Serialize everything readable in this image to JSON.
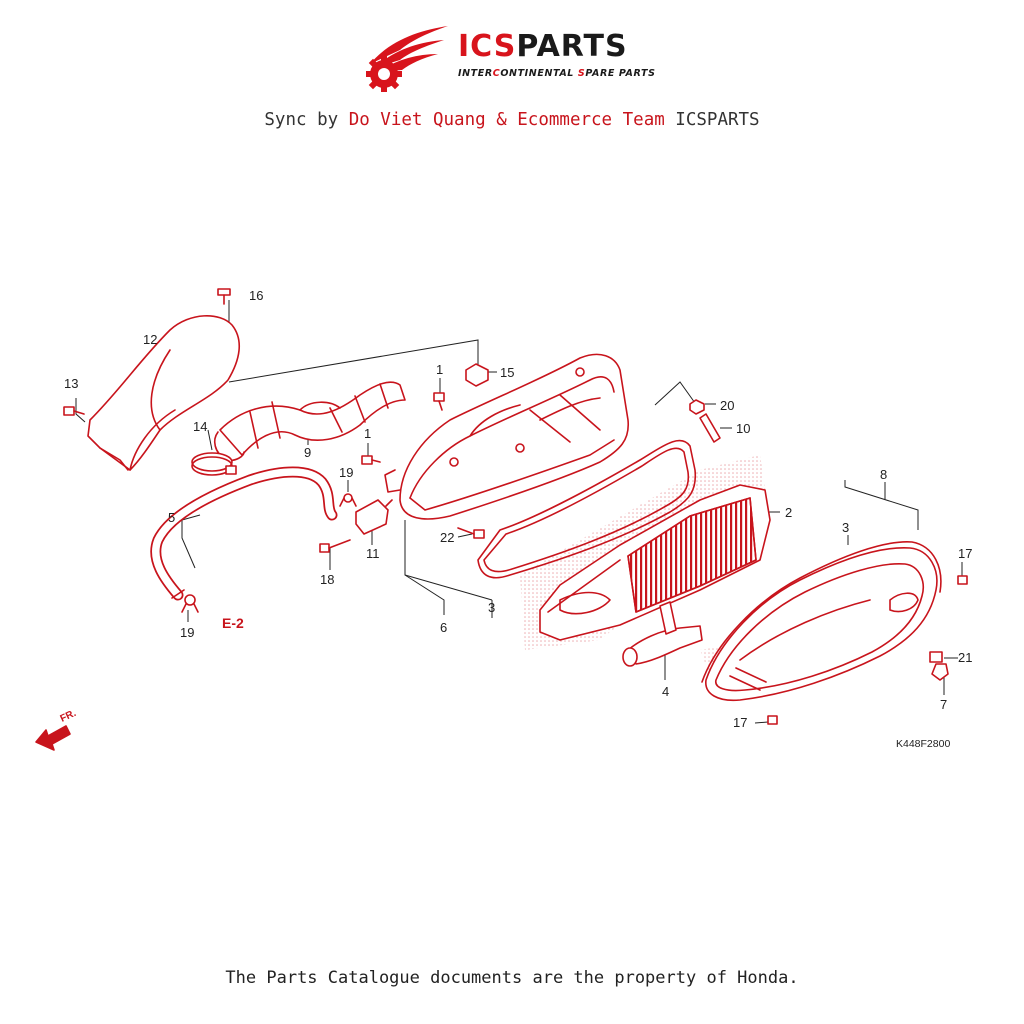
{
  "brand": {
    "name_part1": "ICS",
    "name_part2": "PARTS",
    "tagline_segments": [
      "INTER",
      "C",
      "ONTINENTAL ",
      "S",
      "PARE PARTS"
    ]
  },
  "credit": {
    "prefix": "Sync by ",
    "highlight": "Do Viet Quang & Ecommerce Team",
    "suffix": " ICSPARTS"
  },
  "diagram": {
    "part_labels": [
      "1",
      "1",
      "2",
      "3",
      "3",
      "4",
      "5",
      "6",
      "7",
      "8",
      "9",
      "10",
      "11",
      "12",
      "13",
      "14",
      "15",
      "16",
      "17",
      "17",
      "18",
      "19",
      "19",
      "20",
      "21",
      "22"
    ],
    "reference_label": "E-2",
    "direction_label": "FR.",
    "drawing_code": "K448F2800"
  },
  "footer": {
    "text": "The Parts Catalogue documents are the property of Honda."
  },
  "colors": {
    "brand_red": "#d8141c",
    "line_red": "#c8141c",
    "text_dark": "#222222"
  }
}
